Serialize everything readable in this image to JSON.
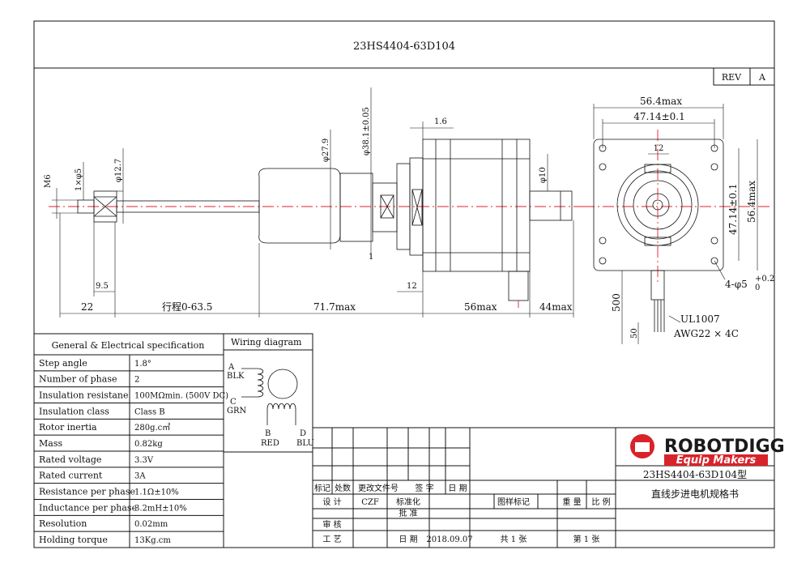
{
  "title": "23HS4404-63D104",
  "rev": {
    "label": "REV",
    "value": "A"
  },
  "dims": {
    "m6": "M6",
    "d5": "1×φ5",
    "d12_7": "φ12.7",
    "d27_9": "φ27.9",
    "d38": "φ38.1±0.05",
    "t1_6": "1.6",
    "d10": "φ10",
    "w56_4": "56.4max",
    "w47_14": "47.14±0.1",
    "hole12": "12",
    "h47_14": "47.14±0.1",
    "h56_4": "56.4max",
    "holes": "4-φ5",
    "holes_tol_hi": "+0.2",
    "holes_tol_lo": "0",
    "d9_5": "9.5",
    "d12": "12",
    "d22": "22",
    "stroke": "行程0-63.5",
    "d71_7": "71.7max",
    "d56": "56max",
    "d44": "44max",
    "d500": "500",
    "d50": "50",
    "cable1": "UL1007",
    "cable2": "AWG22 × 4C",
    "one": "1"
  },
  "spec": {
    "header": "General & Electrical    specification",
    "rows": [
      {
        "k": "Step angle",
        "v": "1.8°"
      },
      {
        "k": "Number of phase",
        "v": "2"
      },
      {
        "k": "Insulation resistane",
        "v": "100MΩmin. (500V DC)"
      },
      {
        "k": "Insulation class",
        "v": "Class B"
      },
      {
        "k": "Rotor inertia",
        "v": "280g.c㎡"
      },
      {
        "k": "Mass",
        "v": "0.82kg"
      },
      {
        "k": "Rated voltage",
        "v": "3.3V"
      },
      {
        "k": "Rated current",
        "v": "3A"
      },
      {
        "k": "Resistance per phase",
        "v": "1.1Ω±10%"
      },
      {
        "k": "Inductance per phase",
        "v": "3.2mH±10%"
      },
      {
        "k": "Resolution",
        "v": "0.02mm"
      },
      {
        "k": "Holding torque",
        "v": "13Kg.cm"
      }
    ]
  },
  "wiring": {
    "title": "Wiring diagram",
    "a": "A",
    "blk": "BLK",
    "c": "C",
    "grn": "GRN",
    "b": "B",
    "red": "RED",
    "d": "D",
    "blu": "BLU"
  },
  "titleblock": {
    "biaoji": "标记",
    "chushu": "处数",
    "genggai": "更改文件号",
    "qianzi": "签 字",
    "riqi": "日 期",
    "sheji": "设 计",
    "czf": "CZF",
    "biaozhunhua": "标准化",
    "pizhun": "批 准",
    "shenhe": "审 核",
    "gongyi": "工 艺",
    "riqi2": "日 期",
    "date": "2018.09.07",
    "tuyang": "图样标记",
    "zhongliang": "重 量",
    "bili": "比 例",
    "gong": "共 1 张",
    "di": "第 1 张",
    "model": "23HS4404-63D104型",
    "name": "直线步进电机规格书"
  },
  "logo": {
    "brand": "ROBOTDIGG",
    "tagline": "Equip Makers",
    "color": "#d8232a"
  },
  "colors": {
    "centerline": "#e0202a",
    "logo": "#d8232a"
  }
}
